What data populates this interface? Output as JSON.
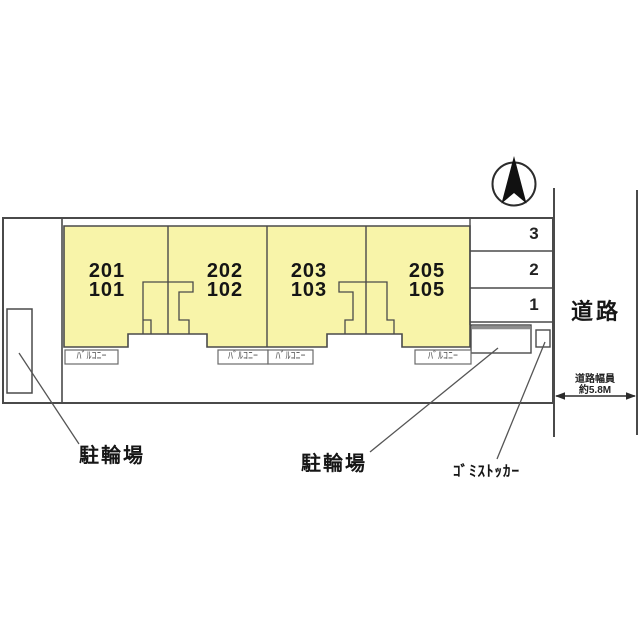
{
  "building": {
    "units": [
      {
        "upper": "201",
        "lower": "101"
      },
      {
        "upper": "202",
        "lower": "102"
      },
      {
        "upper": "203",
        "lower": "103"
      },
      {
        "upper": "205",
        "lower": "105"
      }
    ],
    "balconies": [
      {
        "label": "ﾊﾞﾙｺﾆｰ"
      },
      {
        "label": "ﾊﾞﾙｺﾆｰ"
      },
      {
        "label": "ﾊﾞﾙｺﾆｰ"
      },
      {
        "label": "ﾊﾞﾙｺﾆｰ"
      }
    ]
  },
  "parking": {
    "spaces": [
      {
        "number": "3"
      },
      {
        "number": "2"
      },
      {
        "number": "1"
      }
    ]
  },
  "annotations": {
    "bicycle_parking_left": "駐輪場",
    "bicycle_parking_center": "駐輪場",
    "garbage_stocker": "ｺﾞﾐｽﾄｯｶｰ"
  },
  "road": {
    "name": "道路",
    "width_caption": "道路幅員",
    "width_value": "約5.8M"
  },
  "compass": {
    "icon": "north-arrow"
  },
  "colors": {
    "building_fill": "#f8f4a9",
    "line": "#4a4a4a"
  }
}
